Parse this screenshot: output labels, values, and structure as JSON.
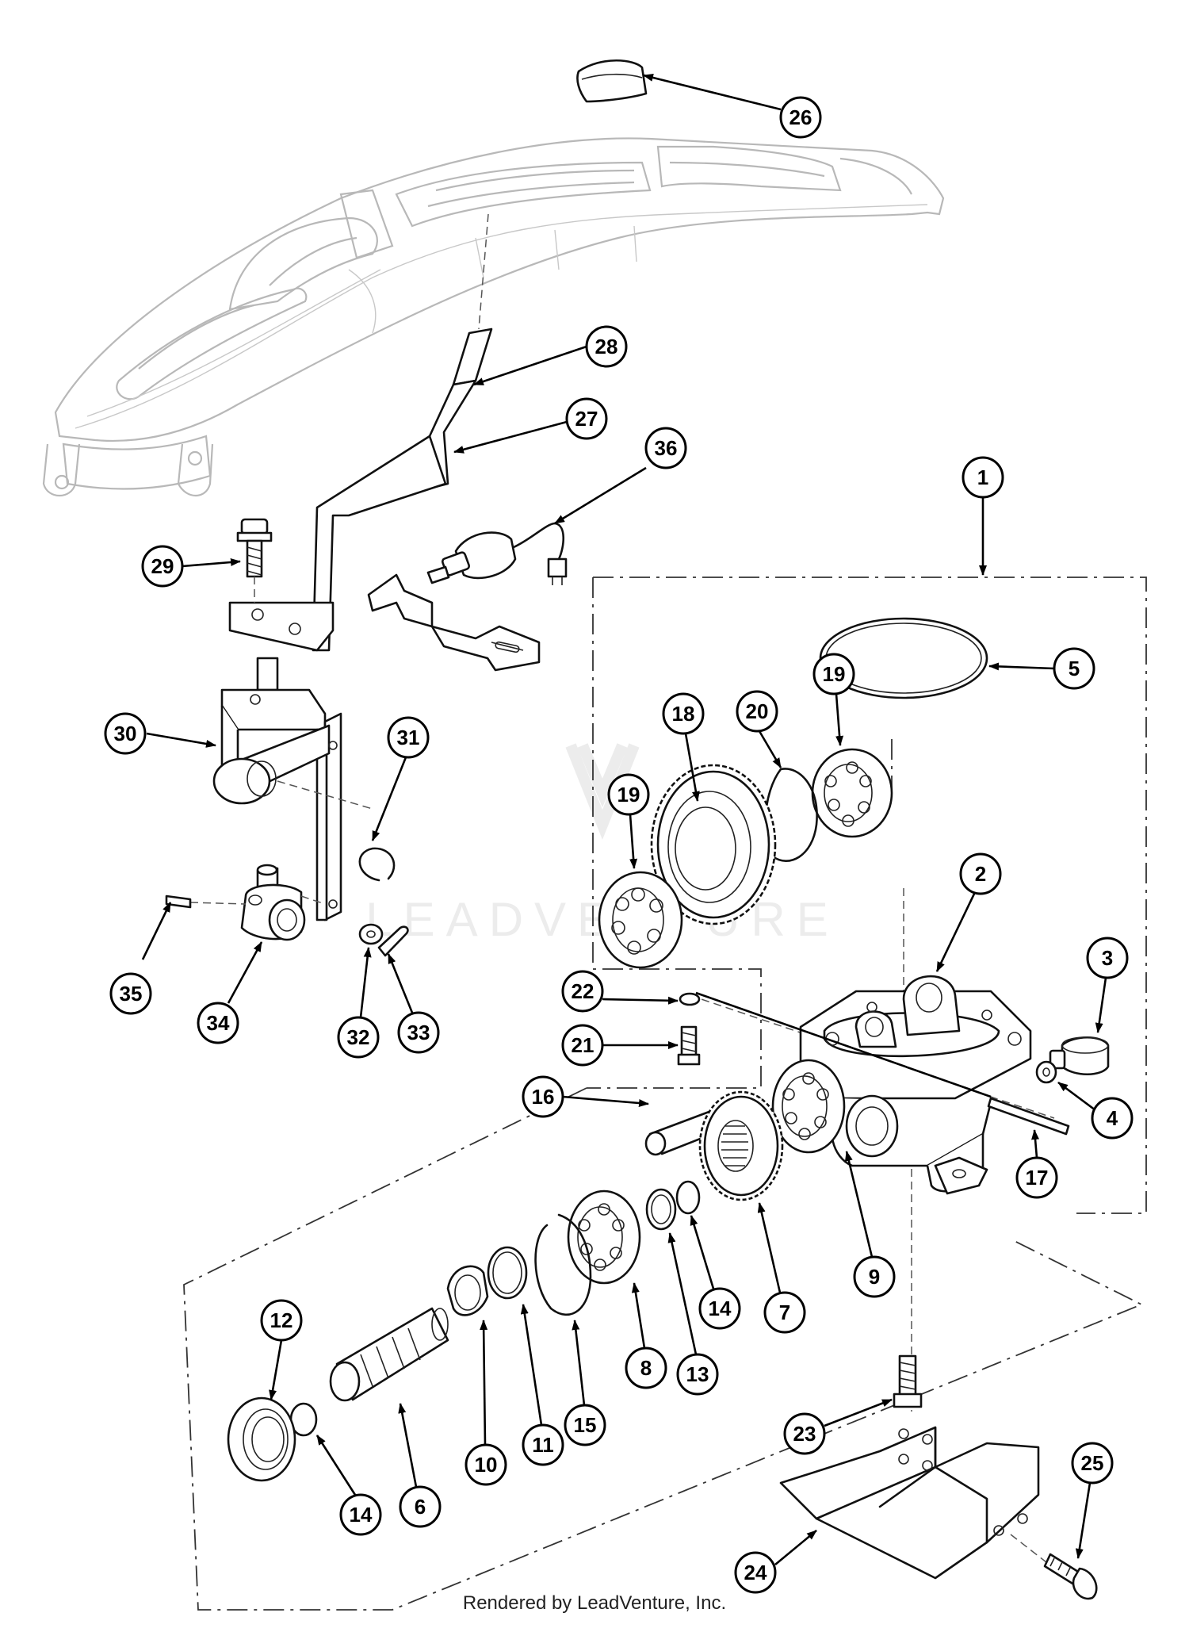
{
  "watermark": "LEADVENTURE",
  "footer_text": "Rendered by LeadVenture, Inc.",
  "callouts": [
    "1",
    "2",
    "3",
    "4",
    "5",
    "6",
    "7",
    "8",
    "9",
    "10",
    "11",
    "12",
    "13",
    "14",
    "15",
    "16",
    "17",
    "18",
    "19",
    "20",
    "21",
    "22",
    "23",
    "24",
    "25",
    "26",
    "27",
    "28",
    "29",
    "30",
    "31",
    "32",
    "33",
    "34",
    "35",
    "36"
  ]
}
